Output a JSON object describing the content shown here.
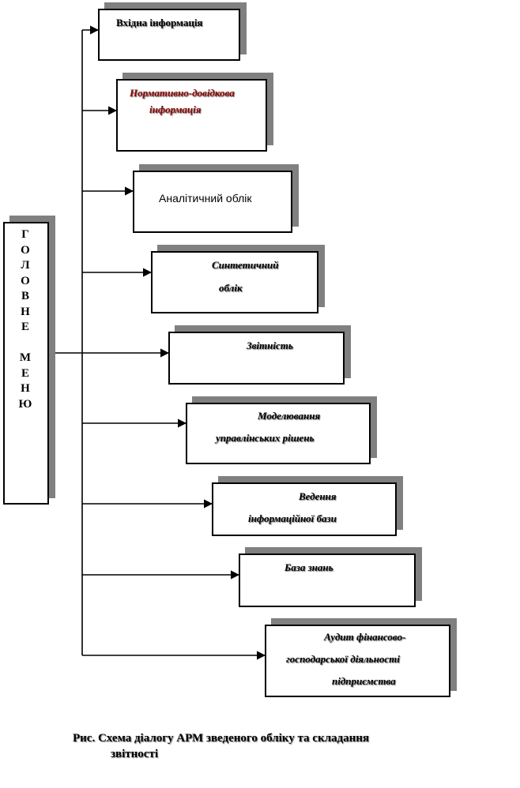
{
  "main_menu": {
    "letters": [
      "Г",
      "О",
      "Л",
      "О",
      "В",
      "Н",
      "Е",
      "",
      "М",
      "Е",
      "Н",
      "Ю"
    ]
  },
  "items": [
    {
      "lines": [
        "Вхідна інформація"
      ]
    },
    {
      "lines": [
        "Нормативно-довідкова",
        "інформація"
      ]
    },
    {
      "lines": [
        "Аналітичний  облік"
      ]
    },
    {
      "lines": [
        "Синтетичний",
        "облік"
      ]
    },
    {
      "lines": [
        "Звітність"
      ]
    },
    {
      "lines": [
        "Моделювання",
        "управлінських рішень"
      ]
    },
    {
      "lines": [
        "Ведення",
        "інформаційної бази"
      ]
    },
    {
      "lines": [
        "База знань"
      ]
    },
    {
      "lines": [
        "Аудит фінансово-",
        "господарської діяльності",
        "підприємства"
      ]
    }
  ],
  "caption": {
    "line1": "Рис. Схема діалогу АРМ зведеного обліку  та  складання",
    "line2": "звітності"
  },
  "colors": {
    "shadow": "#808080",
    "accent": "#8b0000"
  }
}
